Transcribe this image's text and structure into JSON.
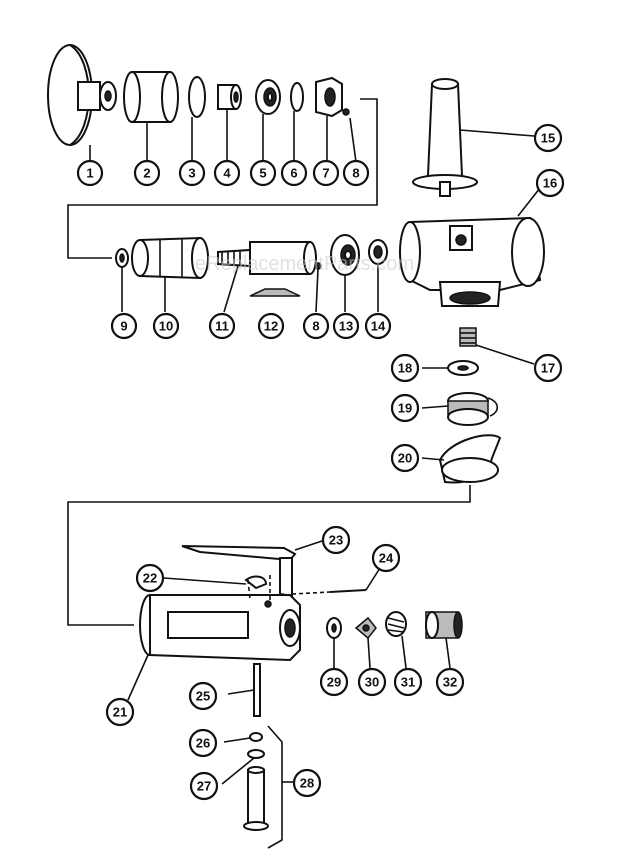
{
  "watermark": "eReplacementParts.com",
  "callouts": {
    "c1": "1",
    "c2": "2",
    "c3": "3",
    "c4": "4",
    "c5": "5",
    "c6": "6",
    "c7": "7",
    "c8a": "8",
    "c9": "9",
    "c10": "10",
    "c11": "11",
    "c12": "12",
    "c8b": "8",
    "c13": "13",
    "c14": "14",
    "c15": "15",
    "c16": "16",
    "c17": "17",
    "c18": "18",
    "c19": "19",
    "c20": "20",
    "c21": "21",
    "c22": "22",
    "c23": "23",
    "c24": "24",
    "c25": "25",
    "c26": "26",
    "c27": "27",
    "c28": "28",
    "c29": "29",
    "c30": "30",
    "c31": "31",
    "c32": "32"
  }
}
